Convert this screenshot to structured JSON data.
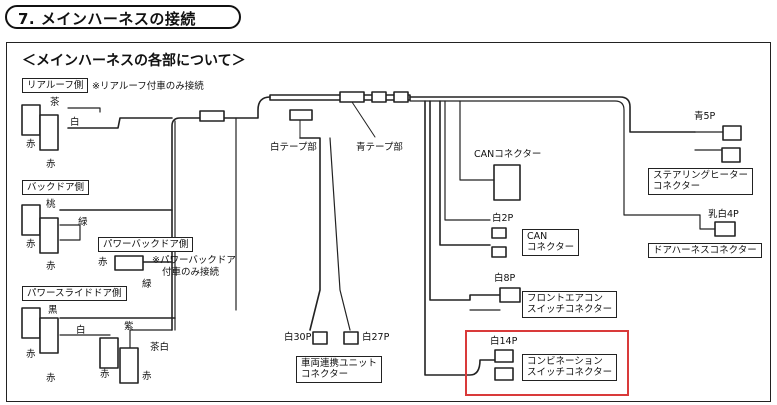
{
  "title": "7.  メインハーネスの接続",
  "subtitle": "＜メインハーネスの各部について＞",
  "colors": {
    "highlight": "#d93a3a",
    "line": "#222222"
  },
  "sections": {
    "rear_roof": "リアルーフ側",
    "rear_roof_note": "※リアルーフ付車のみ接続",
    "back_door": "バックドア側",
    "power_back_door": "パワーバックドア側",
    "power_back_door_note_1": "※パワーバックドア",
    "power_back_door_note_2": "付車のみ接続",
    "power_slide_door": "パワースライドドア側"
  },
  "wire_colors": {
    "brown": "茶",
    "white": "白",
    "red_a": "赤",
    "red_b": "赤",
    "peach": "桃",
    "green_a": "緑",
    "red_c": "赤",
    "red_d": "赤",
    "red_e": "赤",
    "green_b": "緑",
    "black": "黒",
    "white_b": "白",
    "purple": "紫",
    "brown_white": "茶白",
    "red_f": "赤",
    "red_g": "赤",
    "red_h": "赤",
    "red_i": "赤"
  },
  "tapes": {
    "white_tape": "白テープ部",
    "blue_tape": "青テープ部"
  },
  "connectors": {
    "steering_heater_pin": "青5P",
    "steering_heater_1": "ステアリングヒーター",
    "steering_heater_2": "コネクター",
    "can_connector": "CANコネクター",
    "can_pin": "白2P",
    "can_1": "CAN",
    "can_2": "コネクター",
    "door_harness_pin": "乳白4P",
    "door_harness": "ドアハーネスコネクター",
    "front_ac_pin": "白8P",
    "front_ac_1": "フロントエアコン",
    "front_ac_2": "スイッチコネクター",
    "combination_pin": "白14P",
    "combination_1": "コンビネーション",
    "combination_2": "スイッチコネクター",
    "pin_30p": "白30P",
    "pin_27p": "白27P",
    "vehicle_unit_1": "車両連携ユニット",
    "vehicle_unit_2": "コネクター"
  }
}
